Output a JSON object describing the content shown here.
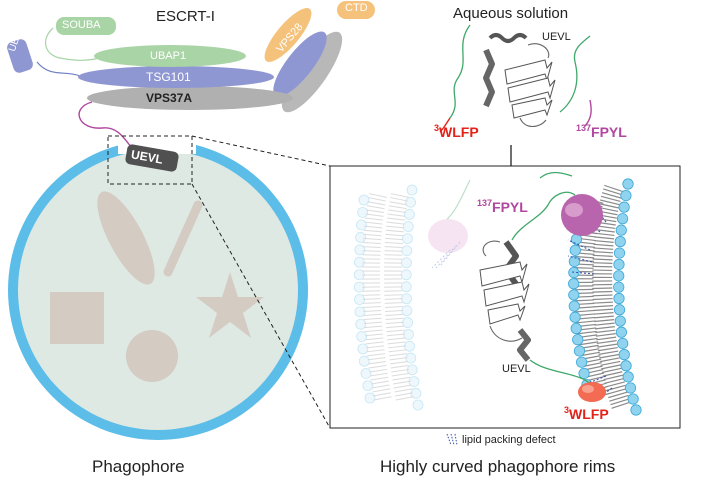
{
  "complex": {
    "title": "ESCRT-I",
    "subunits": {
      "souba": "SOUBA",
      "uev": "UEV",
      "ubap1": "UBAP1",
      "tsg101": "TSG101",
      "vps37a": "VPS37A",
      "vps28": "VPS28",
      "ctd": "CTD"
    },
    "uevl_tag": "UEVL"
  },
  "aqueous": {
    "title": "Aqueous solution",
    "protein_label": "UEVL",
    "motif_n_sup": "3",
    "motif_n": "WLFP",
    "motif_c_sup": "137",
    "motif_c": "FPYL"
  },
  "membrane_panel": {
    "motif_c_sup": "137",
    "motif_c": "FPYL",
    "protein_label": "UEVL",
    "motif_n_sup": "3",
    "motif_n": "WLFP",
    "legend_label": "lipid packing defect"
  },
  "captions": {
    "left": "Phagophore",
    "right": "Highly curved phagophore rims"
  },
  "colors": {
    "membrane_blue": "#5bbde8",
    "phagophore_fill": "#dfe9e4",
    "cargo_shape": "#d4cbc3",
    "tsg101": "#8f97d2",
    "ubap1": "#a9d4a6",
    "vps28": "#f5c27c",
    "vps37a": "#b0b0b0",
    "fpyl_magenta": "#b1479e",
    "wlfp_red": "#e2231a",
    "linker_green": "#3fa86a"
  }
}
